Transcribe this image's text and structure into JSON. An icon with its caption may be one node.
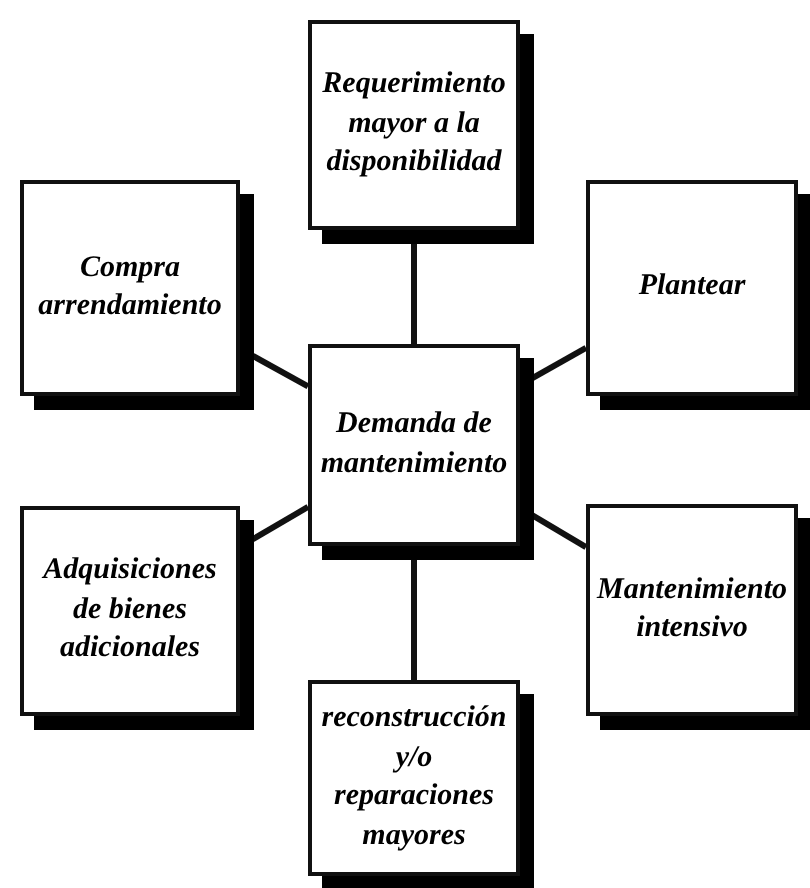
{
  "diagram": {
    "nodes": [
      {
        "text": [
          "Requerimiento mayor a la disponibilidad"
        ]
      },
      {
        "text": [
          "Compra arrendamiento"
        ]
      },
      {
        "text": [
          "Plantear"
        ]
      },
      {
        "text": [
          "Demanda de mantenimiento"
        ]
      },
      {
        "text": [
          "Adquisiciones de bienes adicionales"
        ]
      },
      {
        "text": [
          "Mantenimiento intensivo"
        ]
      },
      {
        "text": [
          "reconstrucción y/o reparaciones mayores"
        ]
      }
    ],
    "edges": [
      {
        "from": 3,
        "to": 0,
        "arrow": "none"
      },
      {
        "from": 3,
        "to": 1,
        "arrow": "none"
      },
      {
        "from": 3,
        "to": 2,
        "arrow": "none"
      },
      {
        "from": 3,
        "to": 4,
        "arrow": "none"
      },
      {
        "from": 3,
        "to": 5,
        "arrow": "none"
      },
      {
        "from": 3,
        "to": 6,
        "arrow": "none"
      }
    ]
  }
}
